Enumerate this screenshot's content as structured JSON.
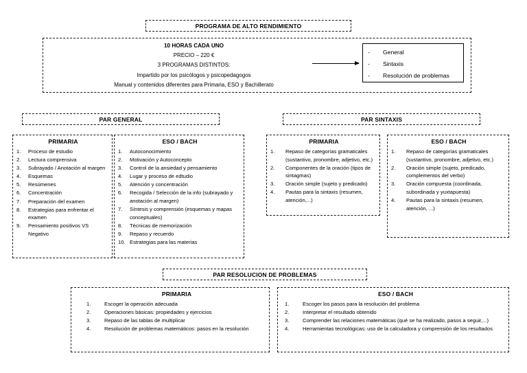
{
  "document": {
    "title": "PROGRAMA DE ALTO RENDIMIENTO"
  },
  "overview": {
    "lines": [
      "10 HORAS CADA UNO",
      "PRECIO – 220 €",
      "3 PROGRAMAS DISTINTOS:",
      "Impartido por los psicólogos y psicopedagogos",
      "Manual y contenidos diferentes para Primaria, ESO y Bachillerato"
    ],
    "programs": [
      "General",
      "Sintaxis",
      "Resolución de problemas"
    ],
    "bullet_dash": "-",
    "arrow": "arrow-right"
  },
  "sections": [
    {
      "banner": "PAR GENERAL",
      "columns": [
        {
          "heading": "PRIMARIA",
          "items": [
            "Proceso de estudio",
            "Lectura comprensiva",
            "Subrayado / Anotación al margen",
            "Esquemas",
            "Resúmenes",
            "Concentración",
            "Preparación del examen",
            "Estrategias para enfrentar el examen",
            "Pensamiento positivos VS Negativo"
          ]
        },
        {
          "heading": "ESO / BACH",
          "items": [
            "Autoconocimiento",
            "Motivación y  Autoconcepto",
            "Control de la ansiedad y pensamiento",
            "Lugar y proceso de edtudio",
            "Atención y concentración",
            "Recogida / Selección de la info (subrayado y anotación al margen)",
            "Síntesis y comprensión (esquemas y mapas conceptuales)",
            "Técnicas de memorización",
            "Repaso y recuerdo",
            "Estrategias para las materias"
          ]
        }
      ]
    },
    {
      "banner": "PAR SINTAXIS",
      "columns": [
        {
          "heading": "PRIMARIA",
          "items": [
            "Repaso de categorías gramaticales (sustantivo, pronombre, adjetivo, etc.)",
            "Componentes de la oración (tipos de sintagmas)",
            "Oración simple (sujeto y predicado)",
            "Pautas para la sintaxis (resumen, atención,...)"
          ]
        },
        {
          "heading": "ESO / BACH",
          "items": [
            "Repaso de categorías gramaticales (sustantivo, pronombre, adjetivo, etc.)",
            "Oración simple (sujeto, predicado, complementos del verbo)",
            "Oración compuesta (coordinada, subordinada y yuxtapuesta)",
            "Pautas para la sintaxis (resumen, atención, ...)"
          ]
        }
      ]
    },
    {
      "banner": "PAR RESOLUCION DE PROBLEMAS",
      "columns": [
        {
          "heading": "PRIMARIA",
          "items": [
            "Escoger la operación adecuada",
            "Operaciones básicas: propiedades y ejercicios",
            "Repaso de las tablas de multiplicar",
            "Resolución de problemas matemáticos: pasos en la resolución"
          ]
        },
        {
          "heading": "ESO / BACH",
          "items": [
            "Escoger los pasos para la resolución del problema",
            "Interpretar el resultado obtenido",
            "Comprender las relaciones matemáticas (qué se ha realizado, pasos a seguir,...)",
            "Herramientas tecnológicas: uso de la calculadora y comprensión de los resultados"
          ]
        }
      ]
    }
  ],
  "colors": {
    "text": "#000000",
    "border": "#1a1a1a",
    "background": "#ffffff"
  }
}
